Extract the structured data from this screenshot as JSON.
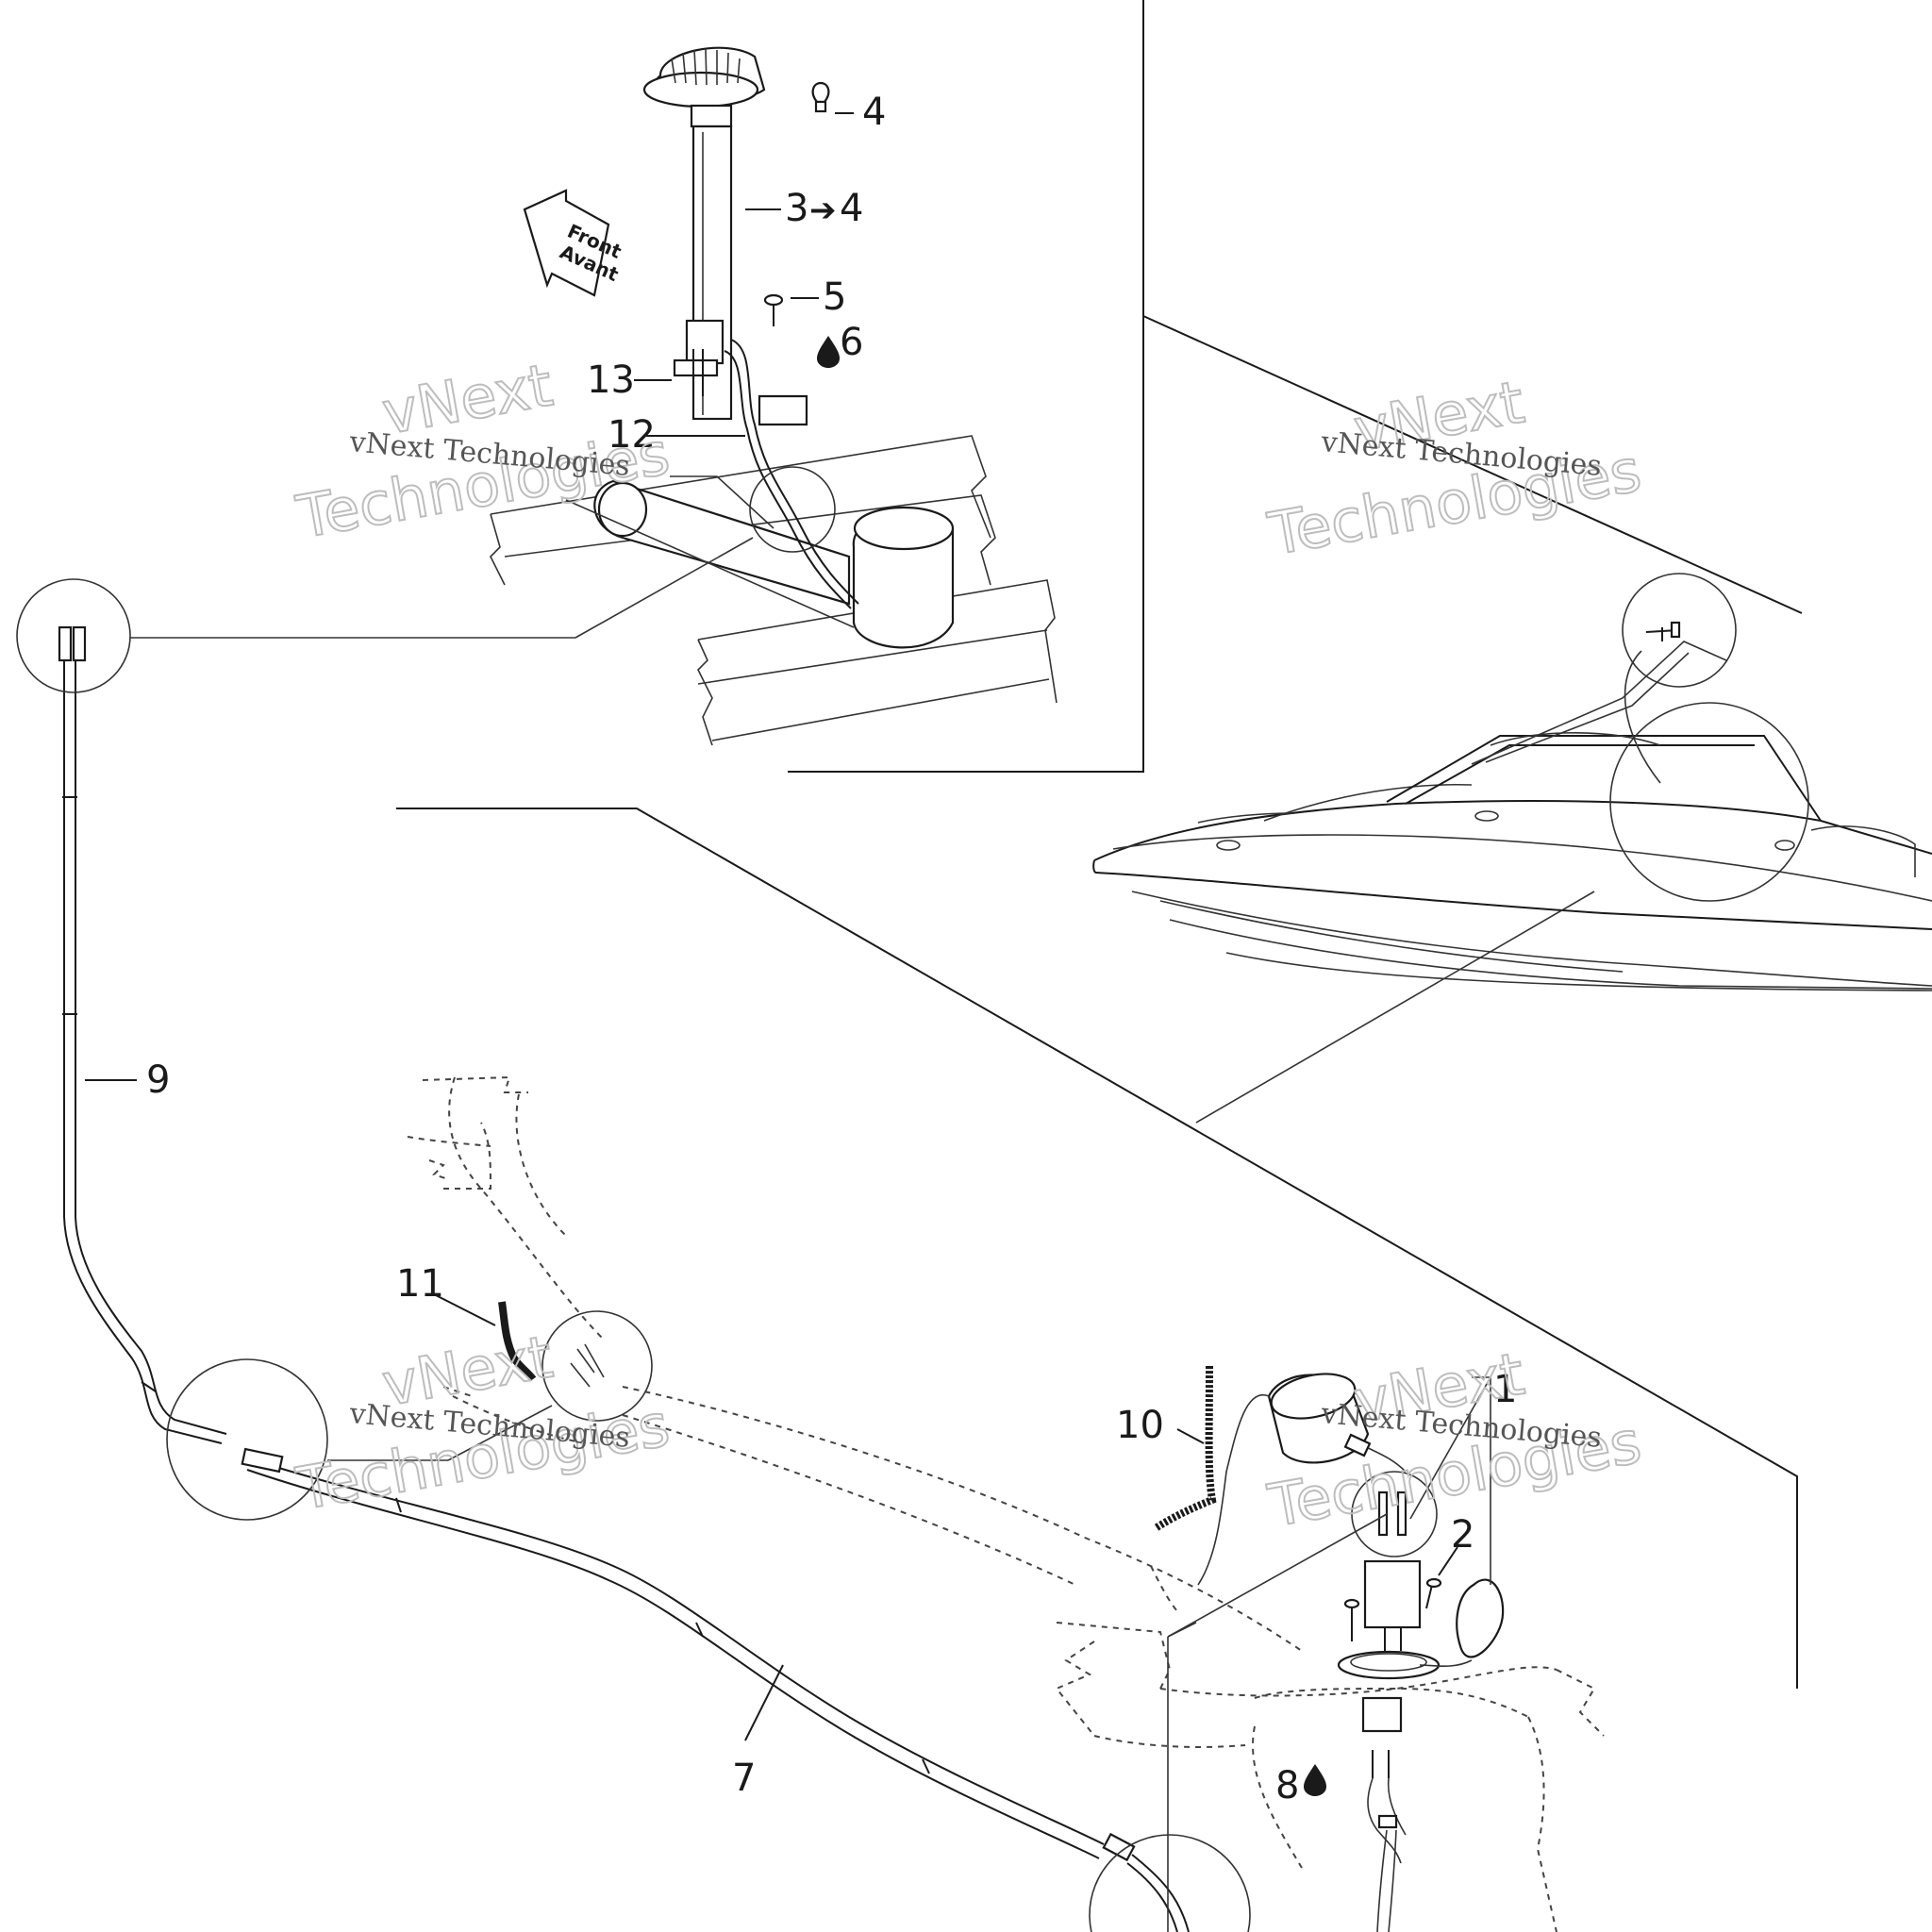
{
  "callouts": {
    "c1": "1",
    "c2": "2",
    "c3": "3",
    "c3_arrow": "➔",
    "c3_range_end": "4",
    "c4": "4",
    "c5": "5",
    "c6": "6",
    "c7": "7",
    "c8": "8",
    "c9": "9",
    "c10": "10",
    "c11": "11",
    "c12": "12",
    "c13": "13"
  },
  "direction_arrow": {
    "line1": "Front",
    "line2": "Avant"
  },
  "watermark": {
    "brand": "vNext",
    "company": "Technologies",
    "full": "vNext Technologies"
  },
  "icons": {
    "sealant_drop": "drop-icon",
    "bulb": "bulb-icon"
  }
}
